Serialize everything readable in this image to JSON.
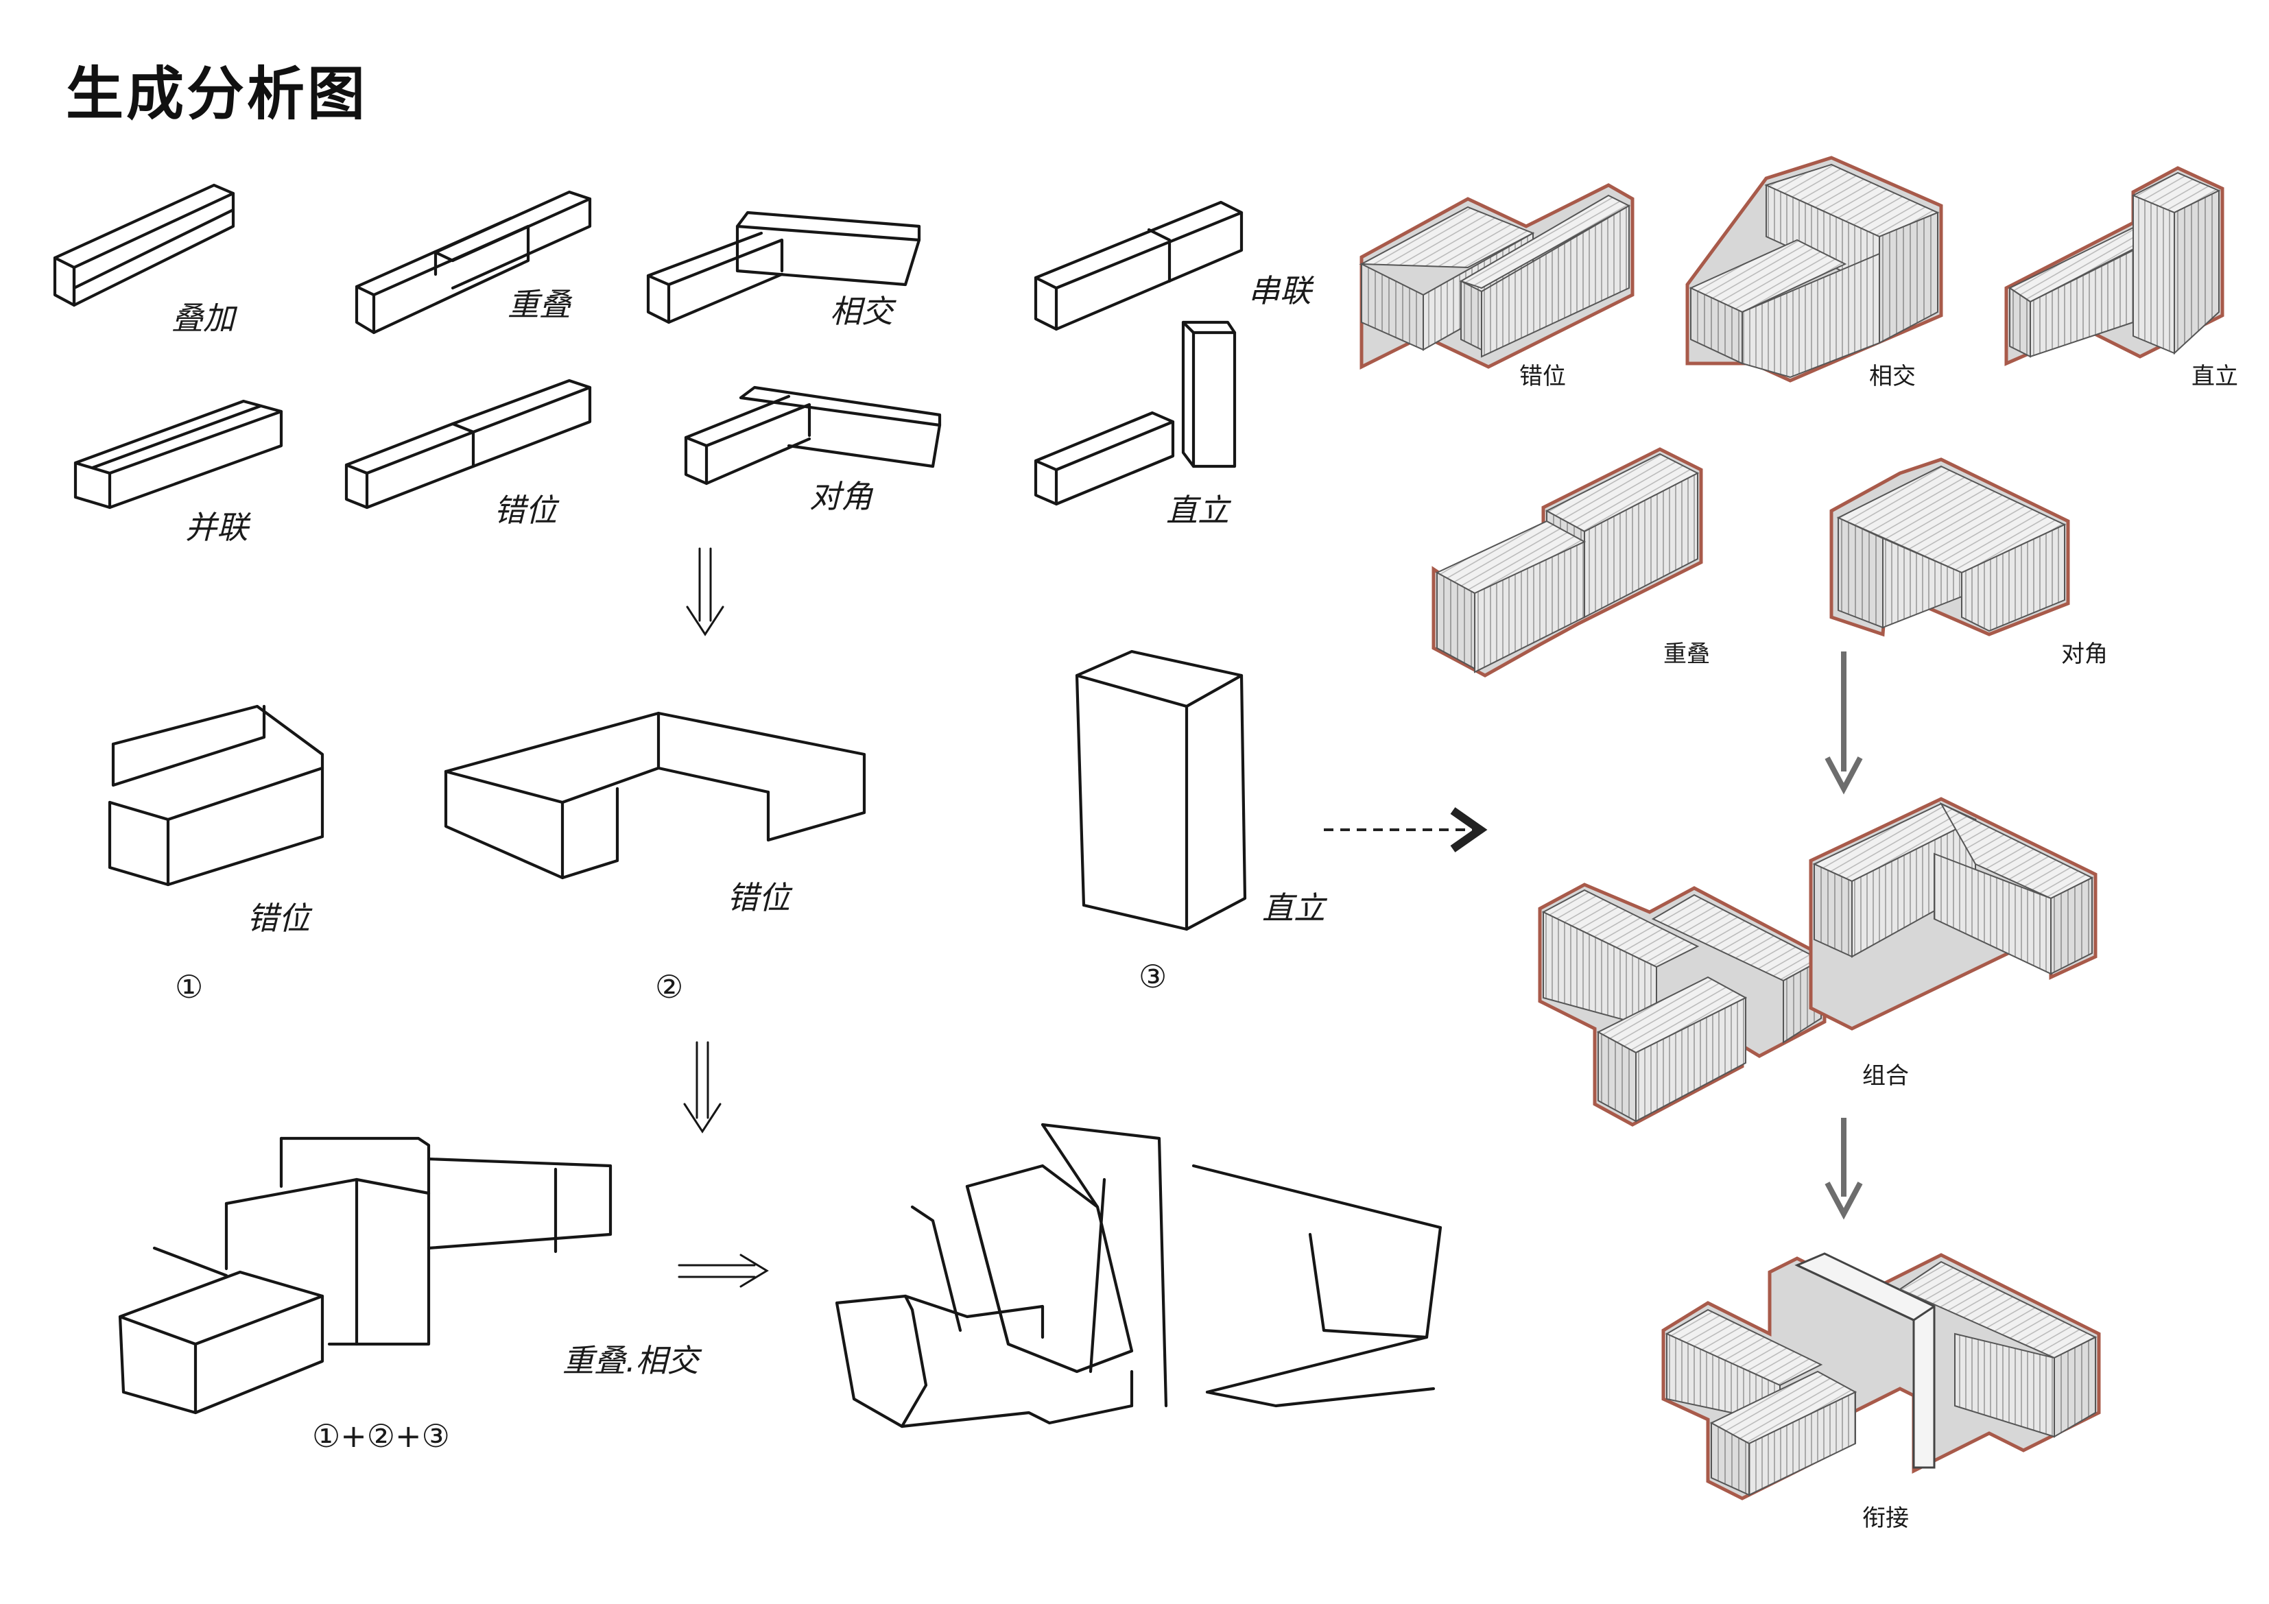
{
  "title": "生成分析图",
  "sketch_labels": {
    "stack": "叠加",
    "overlap": "重叠",
    "intersect": "相交",
    "series": "串联",
    "parallel": "并联",
    "offset": "错位",
    "diagonal": "对角",
    "upright": "直立"
  },
  "step2_labels": {
    "a_label": "错位",
    "b_label": "错位",
    "c_label": "直立",
    "a_num": "①",
    "b_num": "②",
    "c_num": "③"
  },
  "step3_labels": {
    "formula": "①+②+③",
    "note": "重叠.相交"
  },
  "render_labels": {
    "offset": "错位",
    "intersect": "相交",
    "upright": "直立",
    "overlap": "重叠",
    "diagonal": "对角",
    "combine": "组合",
    "connect": "衔接"
  },
  "colors": {
    "outline_red": "#a85a4a",
    "container_fill": "#e6e6e6",
    "arrow_grey": "#6d6d6d",
    "ink": "#161616"
  }
}
